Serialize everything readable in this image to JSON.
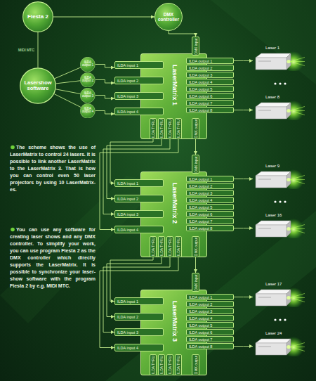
{
  "diagram": {
    "nodes": [
      {
        "text": [
          "Fiesta 2"
        ]
      },
      {
        "text": [
          "DMX controller"
        ]
      },
      {
        "text": [
          "Lasershow software"
        ]
      },
      {
        "text": [
          "ILDA output 1"
        ]
      },
      {
        "text": [
          "ILDA output 2"
        ]
      },
      {
        "text": [
          "ILDA output 3"
        ]
      },
      {
        "text": [
          "ILDA output 4"
        ]
      },
      {
        "text": [
          "LaserMatrix 1"
        ]
      },
      {
        "text": [
          "ILDA input 1"
        ],
        "in": 7
      },
      {
        "text": [
          "ILDA input 2"
        ],
        "in": 7
      },
      {
        "text": [
          "ILDA input 3"
        ],
        "in": 7
      },
      {
        "text": [
          "ILDA input 4"
        ],
        "in": 7
      },
      {
        "text": [
          "DMX input"
        ],
        "in": 7
      },
      {
        "text": [
          "ILDA output 1"
        ],
        "in": 7
      },
      {
        "text": [
          "ILDA output 2"
        ],
        "in": 7
      },
      {
        "text": [
          "ILDA output 3"
        ],
        "in": 7
      },
      {
        "text": [
          "ILDA output 4"
        ],
        "in": 7
      },
      {
        "text": [
          "ILDA output 5"
        ],
        "in": 7
      },
      {
        "text": [
          "ILDA output 6"
        ],
        "in": 7
      },
      {
        "text": [
          "ILDA output 7"
        ],
        "in": 7
      },
      {
        "text": [
          "ILDA output 8"
        ],
        "in": 7
      },
      {
        "text": [
          "ILDA THRU"
        ],
        "in": 7
      },
      {
        "text": [
          "ILDA THRU"
        ],
        "in": 7
      },
      {
        "text": [
          "ILDA THRU"
        ],
        "in": 7
      },
      {
        "text": [
          "ILDA THRU"
        ],
        "in": 7
      },
      {
        "text": [
          "DMX output"
        ],
        "in": 7
      },
      {
        "text": [
          "Laser 1"
        ]
      },
      {
        "text": [
          "Laser 8"
        ]
      },
      {
        "text": [
          "LaserMatrix 2"
        ]
      },
      {
        "text": [
          "ILDA input 1"
        ],
        "in": 28
      },
      {
        "text": [
          "ILDA input 2"
        ],
        "in": 28
      },
      {
        "text": [
          "ILDA input 3"
        ],
        "in": 28
      },
      {
        "text": [
          "ILDA input 4"
        ],
        "in": 28
      },
      {
        "text": [
          "DMX input"
        ],
        "in": 28
      },
      {
        "text": [
          "ILDA output 1"
        ],
        "in": 28
      },
      {
        "text": [
          "ILDA output 2"
        ],
        "in": 28
      },
      {
        "text": [
          "ILDA output 3"
        ],
        "in": 28
      },
      {
        "text": [
          "ILDA output 4"
        ],
        "in": 28
      },
      {
        "text": [
          "ILDA output 5"
        ],
        "in": 28
      },
      {
        "text": [
          "ILDA output 6"
        ],
        "in": 28
      },
      {
        "text": [
          "ILDA output 7"
        ],
        "in": 28
      },
      {
        "text": [
          "ILDA output 8"
        ],
        "in": 28
      },
      {
        "text": [
          "ILDA THRU"
        ],
        "in": 28
      },
      {
        "text": [
          "ILDA THRU"
        ],
        "in": 28
      },
      {
        "text": [
          "ILDA THRU"
        ],
        "in": 28
      },
      {
        "text": [
          "ILDA THRU"
        ],
        "in": 28
      },
      {
        "text": [
          "DMX output"
        ],
        "in": 28
      },
      {
        "text": [
          "Laser 9"
        ]
      },
      {
        "text": [
          "Laser 16"
        ]
      },
      {
        "text": [
          "LaserMatrix 3"
        ]
      },
      {
        "text": [
          "ILDA input 1"
        ],
        "in": 49
      },
      {
        "text": [
          "ILDA input 2"
        ],
        "in": 49
      },
      {
        "text": [
          "ILDA input 3"
        ],
        "in": 49
      },
      {
        "text": [
          "ILDA input 4"
        ],
        "in": 49
      },
      {
        "text": [
          "DMX input"
        ],
        "in": 49
      },
      {
        "text": [
          "ILDA output 1"
        ],
        "in": 49
      },
      {
        "text": [
          "ILDA output 2"
        ],
        "in": 49
      },
      {
        "text": [
          "ILDA output 3"
        ],
        "in": 49
      },
      {
        "text": [
          "ILDA output 4"
        ],
        "in": 49
      },
      {
        "text": [
          "ILDA output 5"
        ],
        "in": 49
      },
      {
        "text": [
          "ILDA output 6"
        ],
        "in": 49
      },
      {
        "text": [
          "ILDA output 7"
        ],
        "in": 49
      },
      {
        "text": [
          "ILDA output 8"
        ],
        "in": 49
      },
      {
        "text": [
          "ILDA THRU"
        ],
        "in": 49
      },
      {
        "text": [
          "ILDA THRU"
        ],
        "in": 49
      },
      {
        "text": [
          "ILDA THRU"
        ],
        "in": 49
      },
      {
        "text": [
          "ILDA THRU"
        ],
        "in": 49
      },
      {
        "text": [
          "DMX output"
        ],
        "in": 49
      },
      {
        "text": [
          "Laser 17"
        ]
      },
      {
        "text": [
          "Laser 24"
        ]
      }
    ],
    "edges": [
      {
        "from": 0,
        "to": 1,
        "arrow": "to"
      },
      {
        "from": 2,
        "to": 0,
        "label": "MIDI MTC",
        "arrow": "none"
      },
      {
        "from": 1,
        "to": 12,
        "arrow": "to"
      },
      {
        "from": 2,
        "to": 3,
        "arrow": "none"
      },
      {
        "from": 2,
        "to": 4,
        "arrow": "none"
      },
      {
        "from": 2,
        "to": 5,
        "arrow": "none"
      },
      {
        "from": 2,
        "to": 6,
        "arrow": "none"
      },
      {
        "from": 3,
        "to": 8,
        "arrow": "to"
      },
      {
        "from": 4,
        "to": 9,
        "arrow": "to"
      },
      {
        "from": 5,
        "to": 10,
        "arrow": "to"
      },
      {
        "from": 6,
        "to": 11,
        "arrow": "to"
      },
      {
        "from": 13,
        "to": 26,
        "arrow": "to"
      },
      {
        "from": 20,
        "to": 27,
        "arrow": "to"
      },
      {
        "from": 21,
        "to": 29,
        "arrow": "to"
      },
      {
        "from": 22,
        "to": 30,
        "arrow": "to"
      },
      {
        "from": 23,
        "to": 31,
        "arrow": "to"
      },
      {
        "from": 24,
        "to": 32,
        "arrow": "to"
      },
      {
        "from": 25,
        "to": 33,
        "arrow": "to"
      },
      {
        "from": 34,
        "to": 47,
        "arrow": "to"
      },
      {
        "from": 41,
        "to": 48,
        "arrow": "to"
      },
      {
        "from": 42,
        "to": 50,
        "arrow": "to"
      },
      {
        "from": 43,
        "to": 51,
        "arrow": "to"
      },
      {
        "from": 44,
        "to": 52,
        "arrow": "to"
      },
      {
        "from": 45,
        "to": 53,
        "arrow": "to"
      },
      {
        "from": 46,
        "to": 54,
        "arrow": "to"
      },
      {
        "from": 55,
        "to": 68,
        "arrow": "to"
      },
      {
        "from": 62,
        "to": 69,
        "arrow": "to"
      }
    ],
    "labels": [
      "The scheme shows the use of LaserMatrix to control 24 lasers. It is possible to link another LaserMatrix to the LaserMatrix 3. That is how you can control even 50 laser projectors by using 10 LaserMatrix-es.",
      "You can use any software for creating laser shows and any DMX controller. To simplify your work, you can use program Fiesta 2 as the DMX controller which directly supports the LaserMatrix. It is possible to synchronize your laser-show software with the program Fiesta 2 by e.g. MIDI MTC."
    ]
  }
}
